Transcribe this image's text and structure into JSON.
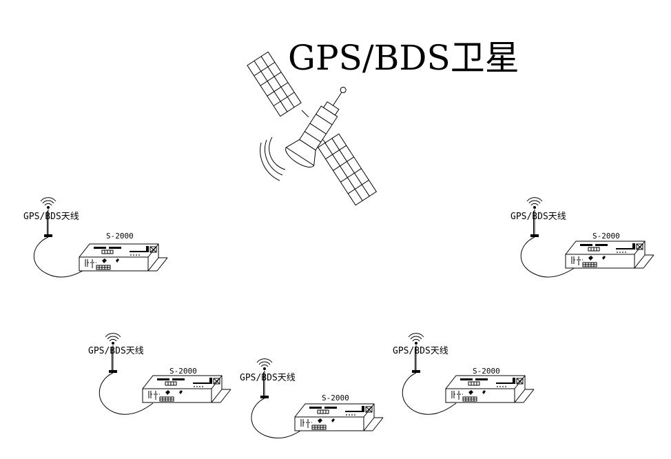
{
  "title": "GPS/BDS卫星",
  "stations": [
    {
      "antenna_label": "GPS/BDS天线",
      "device_model": "S-2000"
    },
    {
      "antenna_label": "GPS/BDS天线",
      "device_model": "S-2000"
    },
    {
      "antenna_label": "GPS/BDS天线",
      "device_model": "S-2000"
    },
    {
      "antenna_label": "GPS/BDS天线",
      "device_model": "S-2000"
    },
    {
      "antenna_label": "GPS/BDS天线",
      "device_model": "S-2000"
    }
  ]
}
